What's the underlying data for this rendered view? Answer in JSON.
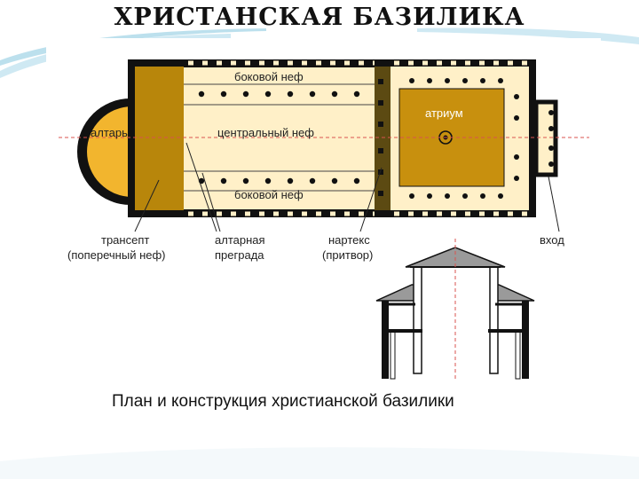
{
  "title": "ХРИСТАНСКАЯ БАЗИЛИКА",
  "plan_labels": {
    "side_nave_top": "боковой неф",
    "central_nave": "центральный неф",
    "side_nave_bottom": "боковой неф",
    "altar": "алтарь",
    "atrium": "атриум"
  },
  "callouts": {
    "transept_1": "трансепт",
    "transept_2": "(поперечный неф)",
    "screen_1": "алтарная",
    "screen_2": "преграда",
    "narthex_1": "нартекс",
    "narthex_2": "(притвор)",
    "entrance": "вход"
  },
  "caption": "План и конструкция христианской базилики",
  "colors": {
    "nave": "#fff0c8",
    "transept": "#b8860b",
    "altar": "#f2b52e",
    "narthex": "#5c4a12",
    "atrium": "#c8900e",
    "wall": "#111111",
    "axis": "#d9534f",
    "slide_accent": "#9fd3e6"
  }
}
